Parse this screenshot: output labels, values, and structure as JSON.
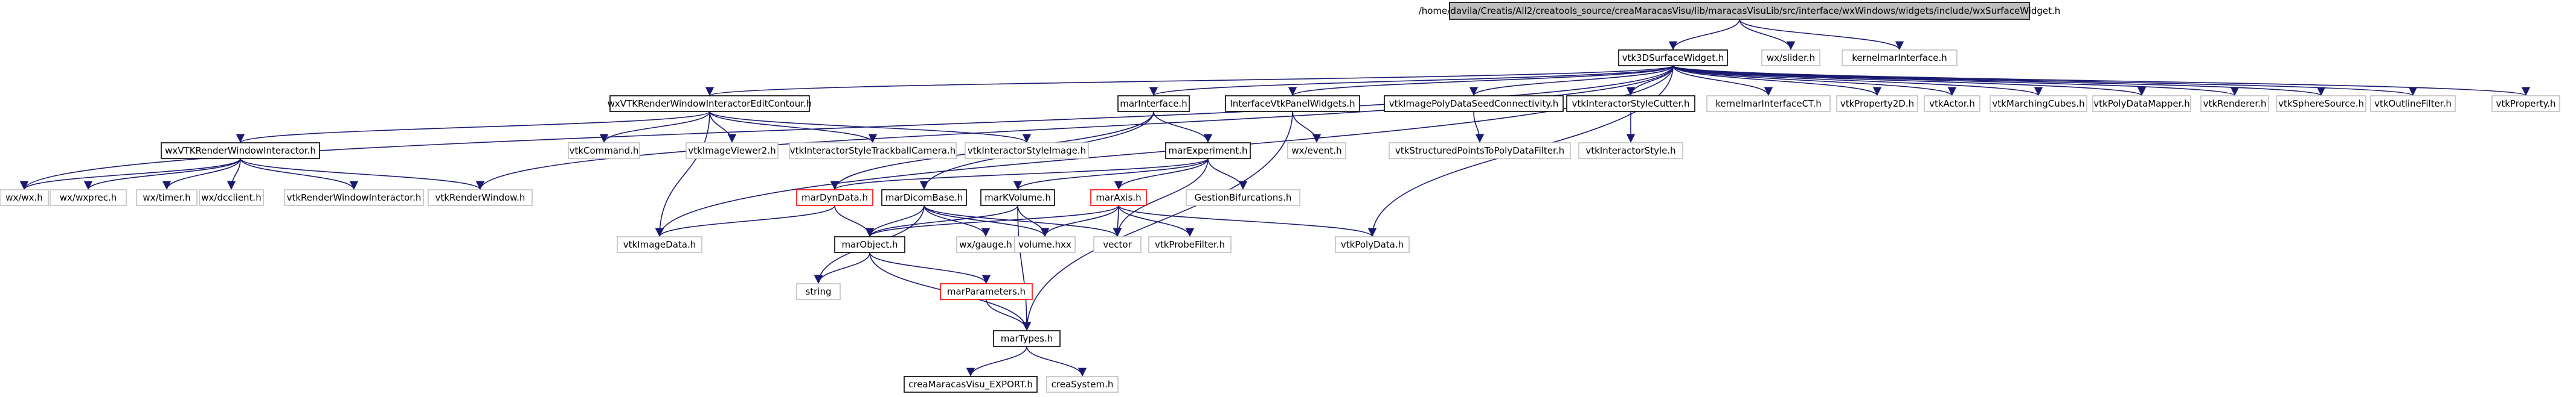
{
  "colors": {
    "edge": "#191970",
    "gray_edge": "#a3a3a3",
    "normal_border": "#000000",
    "external_border": "#bfbfbf",
    "incomplete_border": "#ff0000",
    "root_fill": "#bfbfbf",
    "text": "#000000"
  },
  "nodes": {
    "root": {
      "label": "/home/davila/Creatis/All2/creatools_source/creaMaracasVisu/lib/maracasVisuLib/src/interface/wxWindows/widgets/include/wxSurfaceWidget.h",
      "kind": "root"
    },
    "vtk3DSurfaceWidget": {
      "label": "vtk3DSurfaceWidget.h",
      "kind": "normal"
    },
    "wxSlider": {
      "label": "wx/slider.h",
      "kind": "external"
    },
    "kernelMarInterface": {
      "label": "kernelmarInterface.h",
      "kind": "external"
    },
    "wxVTKRWIEditContour": {
      "label": "wxVTKRenderWindowInteractorEditContour.h",
      "kind": "normal"
    },
    "marInterface": {
      "label": "marInterface.h",
      "kind": "normal"
    },
    "interfaceVtkPanelWidgets": {
      "label": "InterfaceVtkPanelWidgets.h",
      "kind": "normal"
    },
    "vtkImagePolyDataSeedConnectivity": {
      "label": "vtkImagePolyDataSeedConnectivity.h",
      "kind": "normal"
    },
    "vtkInteractorStyleCutter": {
      "label": "vtkInteractorStyleCutter.h",
      "kind": "normal"
    },
    "kernelMarInterfaceCT": {
      "label": "kernelmarInterfaceCT.h",
      "kind": "external"
    },
    "vtkProperty2D": {
      "label": "vtkProperty2D.h",
      "kind": "external"
    },
    "vtkActor": {
      "label": "vtkActor.h",
      "kind": "external"
    },
    "vtkMarchingCubes": {
      "label": "vtkMarchingCubes.h",
      "kind": "external"
    },
    "vtkPolyDataMapper": {
      "label": "vtkPolyDataMapper.h",
      "kind": "external"
    },
    "vtkRenderer": {
      "label": "vtkRenderer.h",
      "kind": "external"
    },
    "vtkSphereSource": {
      "label": "vtkSphereSource.h",
      "kind": "external"
    },
    "vtkOutlineFilter": {
      "label": "vtkOutlineFilter.h",
      "kind": "external"
    },
    "vtkProperty": {
      "label": "vtkProperty.h",
      "kind": "external"
    },
    "wxVTKRWI": {
      "label": "wxVTKRenderWindowInteractor.h",
      "kind": "normal"
    },
    "vtkCommand": {
      "label": "vtkCommand.h",
      "kind": "external"
    },
    "vtkImageViewer2": {
      "label": "vtkImageViewer2.h",
      "kind": "external"
    },
    "vtkISTrackballCamera": {
      "label": "vtkInteractorStyleTrackballCamera.h",
      "kind": "external"
    },
    "vtkISImage": {
      "label": "vtkInteractorStyleImage.h",
      "kind": "external"
    },
    "marExperiment": {
      "label": "marExperiment.h",
      "kind": "normal"
    },
    "wxEvent": {
      "label": "wx/event.h",
      "kind": "external"
    },
    "vtkSPToPolyDataFilter": {
      "label": "vtkStructuredPointsToPolyDataFilter.h",
      "kind": "external"
    },
    "vtkInteractorStyle": {
      "label": "vtkInteractorStyle.h",
      "kind": "external"
    },
    "wxWx": {
      "label": "wx/wx.h",
      "kind": "external"
    },
    "wxWxprec": {
      "label": "wx/wxprec.h",
      "kind": "external"
    },
    "wxTimer": {
      "label": "wx/timer.h",
      "kind": "external"
    },
    "wxDcclient": {
      "label": "wx/dcclient.h",
      "kind": "external"
    },
    "vtkRWI": {
      "label": "vtkRenderWindowInteractor.h",
      "kind": "external"
    },
    "vtkRenderWindow": {
      "label": "vtkRenderWindow.h",
      "kind": "external"
    },
    "marDynData": {
      "label": "marDynData.h",
      "kind": "incomplete"
    },
    "marDicomBase": {
      "label": "marDicomBase.h",
      "kind": "normal"
    },
    "marKVolume": {
      "label": "marKVolume.h",
      "kind": "normal"
    },
    "marAxis": {
      "label": "marAxis.h",
      "kind": "incomplete"
    },
    "gestionBifurcations": {
      "label": "GestionBifurcations.h",
      "kind": "external"
    },
    "vtkImageData": {
      "label": "vtkImageData.h",
      "kind": "external"
    },
    "marObject": {
      "label": "marObject.h",
      "kind": "normal"
    },
    "wxGauge": {
      "label": "wx/gauge.h",
      "kind": "external"
    },
    "volumeHxx": {
      "label": "volume.hxx",
      "kind": "external"
    },
    "vector": {
      "label": "vector",
      "kind": "external"
    },
    "vtkProbeFilter": {
      "label": "vtkProbeFilter.h",
      "kind": "external"
    },
    "vtkPolyData": {
      "label": "vtkPolyData.h",
      "kind": "external"
    },
    "string": {
      "label": "string",
      "kind": "external"
    },
    "marParameters": {
      "label": "marParameters.h",
      "kind": "incomplete"
    },
    "marTypes": {
      "label": "marTypes.h",
      "kind": "normal"
    },
    "creaMaracasVisuExport": {
      "label": "creaMaracasVisu_EXPORT.h",
      "kind": "normal"
    },
    "creaSystem": {
      "label": "creaSystem.h",
      "kind": "external"
    }
  },
  "edges": [
    [
      "root",
      "vtk3DSurfaceWidget"
    ],
    [
      "root",
      "wxSlider"
    ],
    [
      "root",
      "kernelMarInterface"
    ],
    [
      "vtk3DSurfaceWidget",
      "wxVTKRWIEditContour"
    ],
    [
      "vtk3DSurfaceWidget",
      "marInterface"
    ],
    [
      "vtk3DSurfaceWidget",
      "interfaceVtkPanelWidgets"
    ],
    [
      "vtk3DSurfaceWidget",
      "vtkImagePolyDataSeedConnectivity"
    ],
    [
      "vtk3DSurfaceWidget",
      "vtkInteractorStyleCutter"
    ],
    [
      "vtk3DSurfaceWidget",
      "kernelMarInterfaceCT"
    ],
    [
      "vtk3DSurfaceWidget",
      "vtkProperty2D"
    ],
    [
      "vtk3DSurfaceWidget",
      "vtkActor"
    ],
    [
      "vtk3DSurfaceWidget",
      "vtkMarchingCubes"
    ],
    [
      "vtk3DSurfaceWidget",
      "vtkPolyDataMapper"
    ],
    [
      "vtk3DSurfaceWidget",
      "vtkRenderer"
    ],
    [
      "vtk3DSurfaceWidget",
      "vtkSphereSource"
    ],
    [
      "vtk3DSurfaceWidget",
      "vtkOutlineFilter"
    ],
    [
      "vtk3DSurfaceWidget",
      "vtkProperty"
    ],
    [
      "vtk3DSurfaceWidget",
      "vtkPolyData"
    ],
    [
      "vtk3DSurfaceWidget",
      "wxWx"
    ],
    [
      "vtk3DSurfaceWidget",
      "vtkRenderWindow"
    ],
    [
      "vtk3DSurfaceWidget",
      "vtkImageData"
    ],
    [
      "wxVTKRWIEditContour",
      "wxVTKRWI"
    ],
    [
      "wxVTKRWIEditContour",
      "vtkCommand"
    ],
    [
      "wxVTKRWIEditContour",
      "vtkImageViewer2"
    ],
    [
      "wxVTKRWIEditContour",
      "vtkISTrackballCamera"
    ],
    [
      "wxVTKRWIEditContour",
      "vtkISImage"
    ],
    [
      "wxVTKRWIEditContour",
      "vtkImageData"
    ],
    [
      "wxVTKRWI",
      "wxWx"
    ],
    [
      "wxVTKRWI",
      "wxWxprec"
    ],
    [
      "wxVTKRWI",
      "wxTimer"
    ],
    [
      "wxVTKRWI",
      "wxDcclient"
    ],
    [
      "wxVTKRWI",
      "vtkRWI"
    ],
    [
      "wxVTKRWI",
      "vtkRenderWindow"
    ],
    [
      "marInterface",
      "marExperiment"
    ],
    [
      "marInterface",
      "marDynData"
    ],
    [
      "marInterface",
      "marDicomBase"
    ],
    [
      "marExperiment",
      "marDynData"
    ],
    [
      "marExperiment",
      "marKVolume"
    ],
    [
      "marExperiment",
      "marAxis"
    ],
    [
      "marExperiment",
      "gestionBifurcations"
    ],
    [
      "marExperiment",
      "vector"
    ],
    [
      "interfaceVtkPanelWidgets",
      "wxEvent"
    ],
    [
      "interfaceVtkPanelWidgets",
      "marTypes"
    ],
    [
      "vtkImagePolyDataSeedConnectivity",
      "vtkSPToPolyDataFilter"
    ],
    [
      "vtkInteractorStyleCutter",
      "vtkInteractorStyle"
    ],
    [
      "marDynData",
      "marObject"
    ],
    [
      "marDynData",
      "vtkImageData"
    ],
    [
      "marDicomBase",
      "marObject"
    ],
    [
      "marDicomBase",
      "wxGauge"
    ],
    [
      "marDicomBase",
      "volumeHxx"
    ],
    [
      "marDicomBase",
      "vector"
    ],
    [
      "marDicomBase",
      "string"
    ],
    [
      "marKVolume",
      "marObject"
    ],
    [
      "marKVolume",
      "volumeHxx"
    ],
    [
      "marKVolume",
      "marTypes"
    ],
    [
      "marAxis",
      "marObject"
    ],
    [
      "marAxis",
      "volumeHxx"
    ],
    [
      "marAxis",
      "vector"
    ],
    [
      "marAxis",
      "vtkProbeFilter"
    ],
    [
      "marAxis",
      "vtkPolyData"
    ],
    [
      "marObject",
      "string"
    ],
    [
      "marObject",
      "marParameters"
    ],
    [
      "marObject",
      "marTypes"
    ],
    [
      "marParameters",
      "marTypes"
    ],
    [
      "marTypes",
      "creaMaracasVisuExport"
    ],
    [
      "marTypes",
      "creaSystem"
    ]
  ]
}
